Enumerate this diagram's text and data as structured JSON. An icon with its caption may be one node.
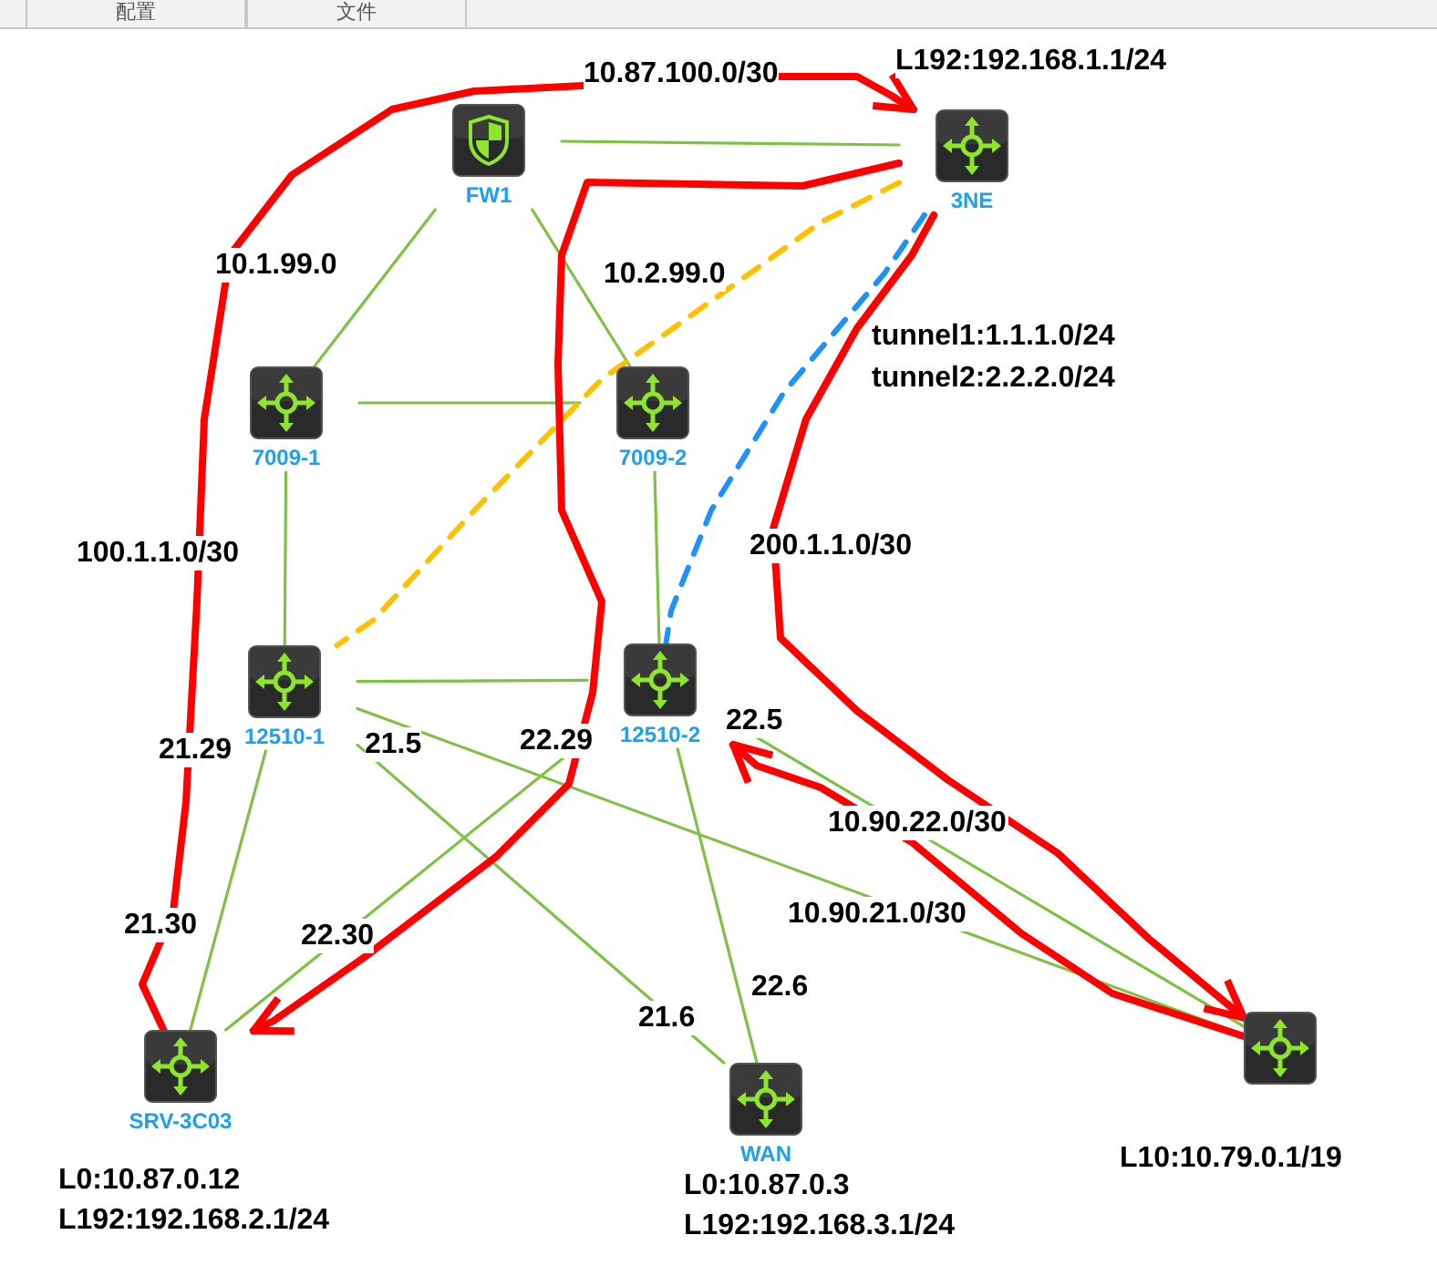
{
  "diagram": {
    "nodes": [
      {
        "text": [
          "FW1"
        ]
      },
      {
        "text": [
          "3NE"
        ],
        "beside": [
          "L192:192.168.1.1/24"
        ]
      },
      {
        "text": [
          "7009-1"
        ]
      },
      {
        "text": [
          "7009-2"
        ]
      },
      {
        "text": [
          "12510-1"
        ]
      },
      {
        "text": [
          "12510-2"
        ]
      },
      {
        "text": [
          "SRV-3C03"
        ],
        "beside": [
          "L0:10.87.0.12",
          "L192:192.168.2.1/24"
        ]
      },
      {
        "text": [
          "WAN"
        ],
        "beside": [
          "L0:10.87.0.3",
          "L192:192.168.3.1/24"
        ]
      },
      {
        "text": [],
        "shape": "box",
        "beside": [
          "L10:10.79.0.1/19"
        ]
      }
    ],
    "edges": [
      {
        "from": 0,
        "to": 1,
        "arrow": "none"
      },
      {
        "from": 0,
        "to": 2,
        "arrow": "none"
      },
      {
        "from": 0,
        "to": 3,
        "arrow": "none"
      },
      {
        "from": 2,
        "to": 3,
        "arrow": "none"
      },
      {
        "from": 2,
        "to": 4,
        "arrow": "none"
      },
      {
        "from": 3,
        "to": 5,
        "arrow": "none"
      },
      {
        "from": 4,
        "to": 5,
        "arrow": "none"
      },
      {
        "from": 4,
        "to": 6,
        "arrow": "none"
      },
      {
        "from": 4,
        "to": 7,
        "arrow": "none"
      },
      {
        "from": 4,
        "to": 8,
        "arrow": "none",
        "label": "10.90.21.0/30"
      },
      {
        "from": 5,
        "to": 6,
        "arrow": "none"
      },
      {
        "from": 5,
        "to": 7,
        "arrow": "none"
      },
      {
        "from": 5,
        "to": 8,
        "arrow": "none",
        "label": "10.90.22.0/30"
      },
      {
        "from": 1,
        "to": 4,
        "arrow": "none",
        "style": "dashed",
        "color": "#ffc000"
      },
      {
        "from": 1,
        "to": 5,
        "arrow": "none",
        "style": "dashed",
        "color": "#1e90ff"
      },
      {
        "from": 6,
        "to": 1,
        "arrow": "to",
        "style": "thick",
        "color": "#ff0000"
      },
      {
        "from": 1,
        "to": 6,
        "arrow": "to",
        "style": "thick",
        "color": "#ff0000"
      },
      {
        "from": 1,
        "to": 8,
        "arrow": "to",
        "style": "thick",
        "color": "#ff0000"
      },
      {
        "from": 8,
        "to": 5,
        "arrow": "to",
        "style": "thick",
        "color": "#ff0000"
      }
    ],
    "labels": [
      "配置",
      "文件",
      "10.87.100.0/30",
      "10.1.99.0",
      "10.2.99.0",
      "tunnel1:1.1.1.0/24",
      "tunnel2:2.2.2.0/24",
      "200.1.1.0/30",
      "100.1.1.0/30",
      "22.5",
      "22.29",
      "21.5",
      "21.29",
      "21.30",
      "22.30",
      "22.6",
      "21.6"
    ]
  }
}
